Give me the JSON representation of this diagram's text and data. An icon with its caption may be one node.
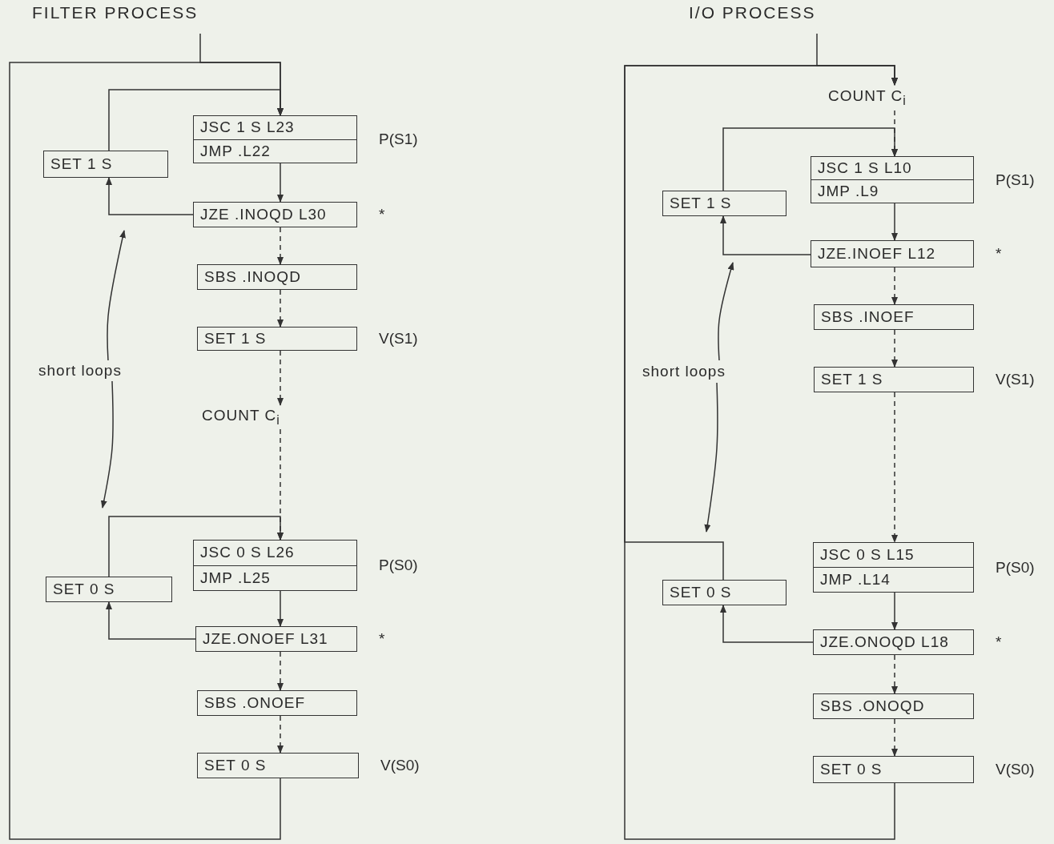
{
  "diagram": {
    "nodes": [
      {
        "text": [
          "JSC 1 S L23",
          "JMP .L22"
        ],
        "beside": [
          "P(S1)"
        ]
      },
      {
        "text": [
          "SET 1 S"
        ]
      },
      {
        "text": [
          "JZE .INOQD L30"
        ],
        "beside": [
          "*"
        ]
      },
      {
        "text": [
          "SBS .INOQD"
        ]
      },
      {
        "text": [
          "SET 1 S"
        ],
        "beside": [
          "V(S1)"
        ]
      },
      {
        "text": [
          "COUNT C$_{i}$"
        ]
      },
      {
        "text": [
          "JSC 0 S L26",
          "JMP .L25"
        ],
        "beside": [
          "P(S0)"
        ]
      },
      {
        "text": [
          "SET 0 S"
        ]
      },
      {
        "text": [
          "JZE.ONOEF L31"
        ],
        "beside": [
          "*"
        ]
      },
      {
        "text": [
          "SBS .ONOEF"
        ]
      },
      {
        "text": [
          "SET 0 S"
        ],
        "beside": [
          "V(S0)"
        ]
      },
      {
        "text": [
          "short loops"
        ]
      },
      {
        "text": [
          "COUNT C$_{i}$"
        ]
      },
      {
        "text": [
          "JSC 1 S L10",
          "JMP .L9"
        ],
        "beside": [
          "P(S1)"
        ]
      },
      {
        "text": [
          "SET 1 S"
        ]
      },
      {
        "text": [
          "JZE.INOEF L12"
        ],
        "beside": [
          "*"
        ]
      },
      {
        "text": [
          "SBS .INOEF"
        ]
      },
      {
        "text": [
          "SET 1 S"
        ],
        "beside": [
          "V(S1)"
        ]
      },
      {
        "text": [
          "JSC 0 S L15",
          "JMP .L14"
        ],
        "beside": [
          "P(S0)"
        ]
      },
      {
        "text": [
          "SET 0 S"
        ]
      },
      {
        "text": [
          "JZE.ONOQD L18"
        ],
        "beside": [
          "*"
        ]
      },
      {
        "text": [
          "SBS .ONOQD"
        ]
      },
      {
        "text": [
          "SET 0 S"
        ],
        "beside": [
          "V(S0)"
        ]
      },
      {
        "text": [
          "short loops"
        ]
      }
    ],
    "edges": [
      {
        "from": null,
        "to": 0,
        "arrow": "to"
      },
      {
        "from": 0,
        "to": 2,
        "arrow": "to"
      },
      {
        "from": 2,
        "to": 1,
        "arrow": "to"
      },
      {
        "from": 1,
        "to": 0,
        "arrow": "to"
      },
      {
        "from": 2,
        "to": 3,
        "arrow": "to",
        "style": "dashed"
      },
      {
        "from": 3,
        "to": 4,
        "arrow": "to",
        "style": "dashed"
      },
      {
        "from": 4,
        "to": 5,
        "arrow": "to",
        "style": "dashed"
      },
      {
        "from": 5,
        "to": 6,
        "arrow": "to",
        "style": "dashed"
      },
      {
        "from": 6,
        "to": 8,
        "arrow": "to"
      },
      {
        "from": 8,
        "to": 7,
        "arrow": "to"
      },
      {
        "from": 7,
        "to": 6,
        "arrow": "to"
      },
      {
        "from": 8,
        "to": 9,
        "arrow": "to",
        "style": "dashed"
      },
      {
        "from": 9,
        "to": 10,
        "arrow": "to",
        "style": "dashed"
      },
      {
        "from": 10,
        "to": 0,
        "arrow": "to"
      },
      {
        "from": 11,
        "to": null,
        "arrow": "to"
      },
      {
        "from": 11,
        "to": null,
        "arrow": "to"
      },
      {
        "from": null,
        "to": 12,
        "arrow": "to"
      },
      {
        "from": 12,
        "to": 13,
        "arrow": "to",
        "style": "dashed"
      },
      {
        "from": 13,
        "to": 15,
        "arrow": "to"
      },
      {
        "from": 15,
        "to": 14,
        "arrow": "to"
      },
      {
        "from": 14,
        "to": 13,
        "arrow": "to"
      },
      {
        "from": 15,
        "to": 16,
        "arrow": "to",
        "style": "dashed"
      },
      {
        "from": 16,
        "to": 17,
        "arrow": "to",
        "style": "dashed"
      },
      {
        "from": 17,
        "to": 18,
        "arrow": "to",
        "style": "dashed"
      },
      {
        "from": 18,
        "to": 20,
        "arrow": "to"
      },
      {
        "from": 20,
        "to": 19,
        "arrow": "to"
      },
      {
        "from": 19,
        "to": 12,
        "arrow": "to"
      },
      {
        "from": 20,
        "to": 21,
        "arrow": "to",
        "style": "dashed"
      },
      {
        "from": 21,
        "to": 22,
        "arrow": "to",
        "style": "dashed"
      },
      {
        "from": 22,
        "to": 12,
        "arrow": "to"
      },
      {
        "from": 23,
        "to": null,
        "arrow": "to"
      },
      {
        "from": 23,
        "to": null,
        "arrow": "to"
      }
    ],
    "labels": [
      "FILTER PROCESS",
      "I/O PROCESS"
    ]
  }
}
